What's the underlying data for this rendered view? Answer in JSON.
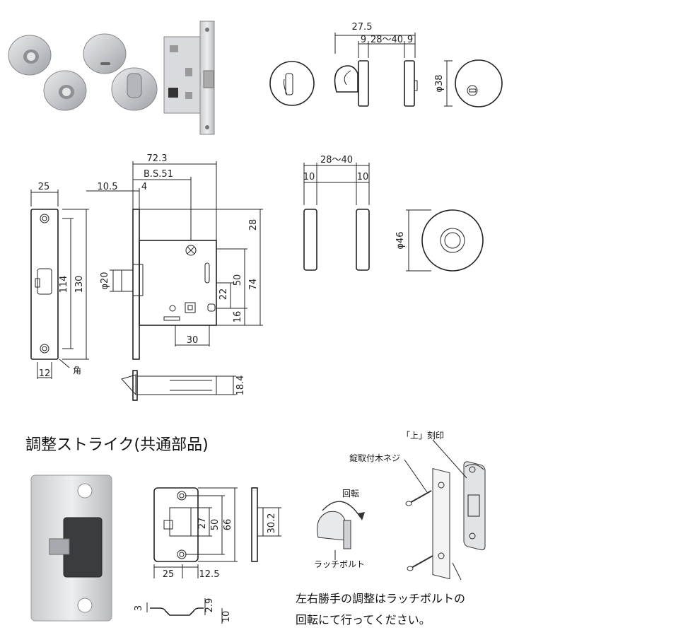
{
  "top_row": {
    "dims": {
      "total": "27.5",
      "left_w": "9",
      "range": "28～40",
      "right_w": "9",
      "dia": "φ38"
    }
  },
  "lock_body": {
    "dims": {
      "width_25": "25",
      "d72": "72.3",
      "bs": "B.S.51",
      "d10_5": "10.5",
      "d4": "4",
      "d28": "28",
      "d114": "114",
      "d130": "130",
      "d20": "φ20",
      "d50": "50",
      "d22": "22",
      "d74": "74",
      "d16": "16",
      "d30": "30",
      "d12": "12",
      "corner": "角",
      "d18_4": "18.4"
    }
  },
  "rosette": {
    "dims": {
      "range": "28～40",
      "left": "10",
      "right": "10",
      "dia": "φ46"
    }
  },
  "strike": {
    "title": "調整ストライク(共通部品)",
    "dims": {
      "d27": "27",
      "d50": "50",
      "d66": "66",
      "d30_2": "30.2",
      "d25": "25",
      "d12_5": "12.5",
      "d3": "3",
      "d2_9": "2.9",
      "d10": "10"
    }
  },
  "instruction": {
    "stamp_label": "「上」刻印",
    "screw_label": "錠取付木ネジ",
    "rotate_label": "回転",
    "latch_label": "ラッチボルト",
    "note_line1": "左右勝手の調整はラッチボルトの",
    "note_line2": "回転にて行ってください。"
  }
}
